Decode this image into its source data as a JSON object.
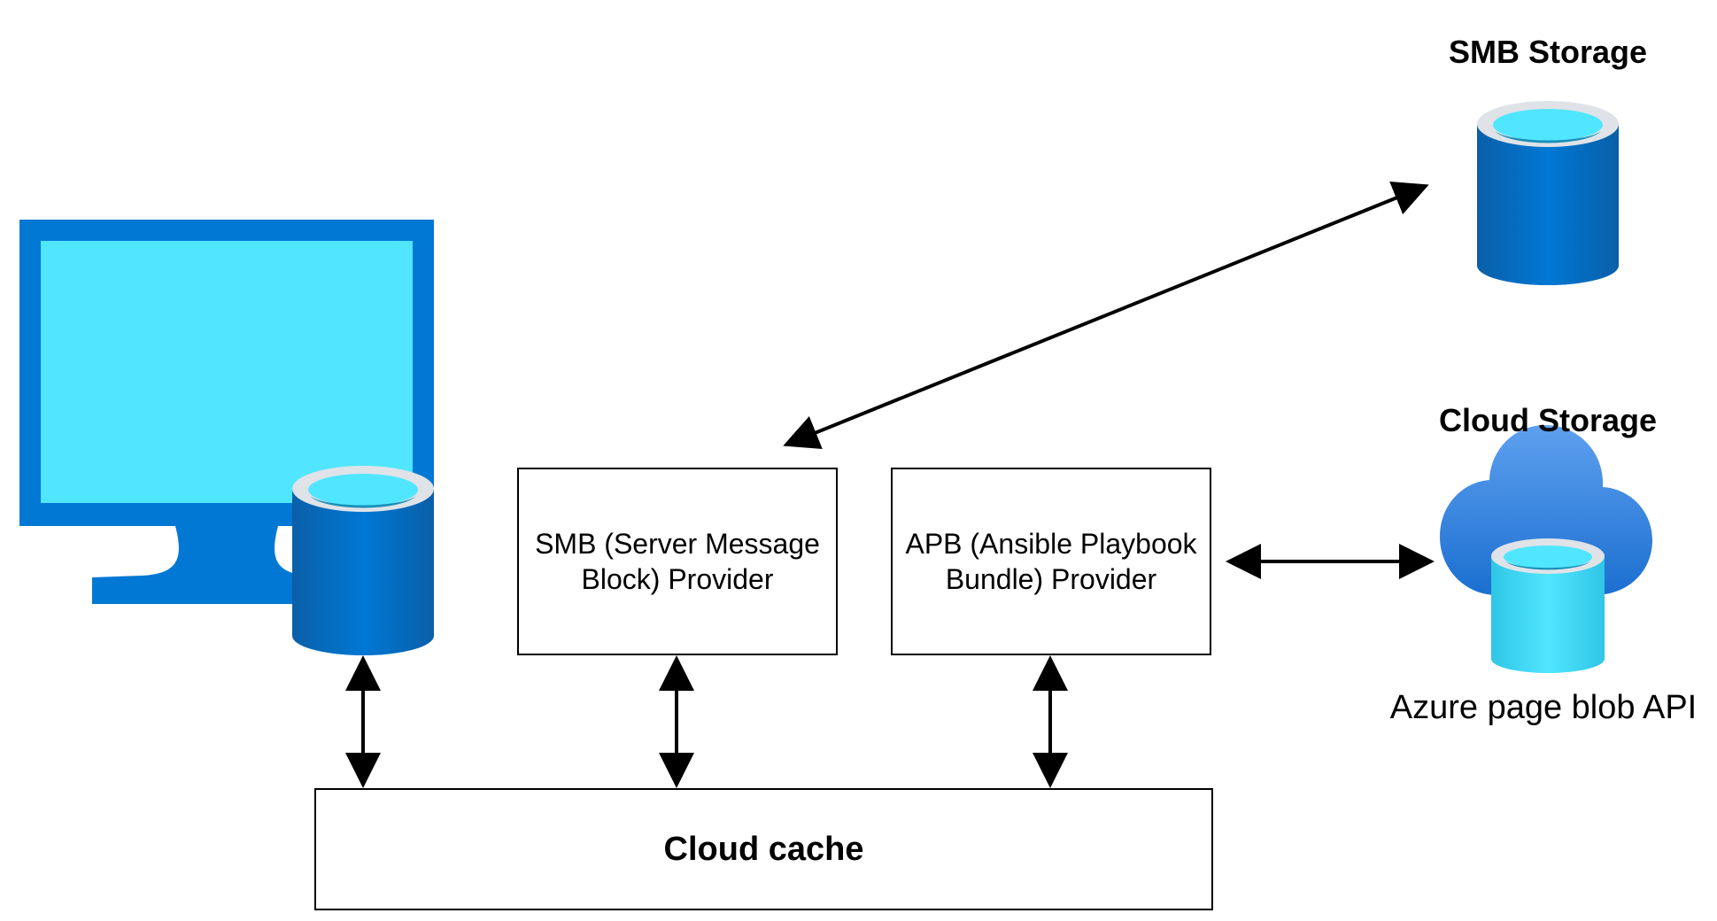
{
  "nodes": {
    "smb_provider": {
      "label": "SMB (Server Message\nBlock) Provider"
    },
    "apb_provider": {
      "label": "APB (Ansible Playbook\nBundle) Provider"
    },
    "cloud_cache": {
      "label": "Cloud cache"
    },
    "smb_storage": {
      "title": "SMB Storage"
    },
    "cloud_storage": {
      "title": "Cloud Storage",
      "caption": "Azure page blob API"
    },
    "local_machine": {
      "icon": "computer-monitor-icon",
      "db_icon": "database-icon"
    }
  },
  "edges": [
    {
      "from": "local_machine",
      "to": "cloud_cache",
      "direction": "both"
    },
    {
      "from": "smb_provider",
      "to": "cloud_cache",
      "direction": "both"
    },
    {
      "from": "apb_provider",
      "to": "cloud_cache",
      "direction": "both"
    },
    {
      "from": "smb_provider",
      "to": "smb_storage",
      "direction": "both"
    },
    {
      "from": "apb_provider",
      "to": "cloud_storage",
      "direction": "both"
    }
  ],
  "colors": {
    "monitor_frame": "#0078d4",
    "monitor_screen": "#50e6ff",
    "db_dark": "#0063b1",
    "db_light": "#50e6ff",
    "cloud_blue": "#3b8ee8"
  }
}
